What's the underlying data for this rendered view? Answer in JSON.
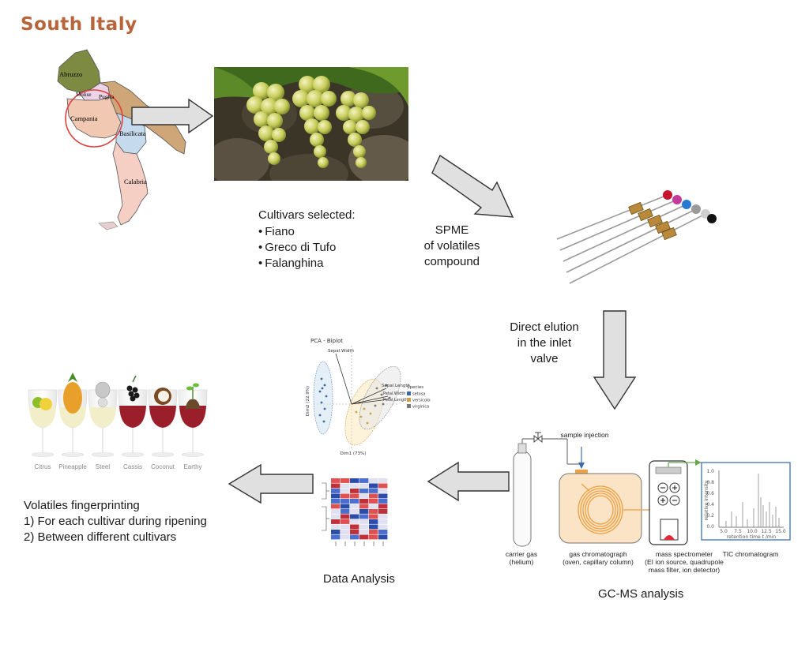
{
  "title": "South Italy",
  "map": {
    "regions": [
      "Abruzzo",
      "Molise",
      "Puglia",
      "Campania",
      "Basilicata",
      "Calabria"
    ]
  },
  "cultivars": {
    "heading": "Cultivars selected:",
    "items": [
      "Fiano",
      "Greco di Tufo",
      "Falanghina"
    ]
  },
  "spme": {
    "line1": "SPME",
    "line2": "of volatiles",
    "line3": "compound"
  },
  "elution": {
    "line1": "Direct elution",
    "line2": "in the inlet",
    "line3": "valve"
  },
  "gcms": {
    "label": "GC-MS analysis",
    "sample_injection": "sample injection",
    "carrier_gas": {
      "line1": "carrier gas",
      "line2": "(helium)"
    },
    "gc": {
      "line1": "gas chromatograph",
      "line2": "(oven, capillary column)"
    },
    "ms": {
      "line1": "mass spectrometer",
      "line2": "(EI ion source, quadrupole",
      "line3": "mass filter, ion detector)"
    },
    "tic": "TIC chromatogram",
    "tic_y": "relative intensity",
    "tic_x": "retention time t /min",
    "tic_ticks_x": [
      "5.0",
      "7.5",
      "10.0",
      "12.5",
      "15.0"
    ],
    "tic_ticks_y": [
      "1.0",
      "0.8",
      "0.6",
      "0.4",
      "0.2",
      "0.0"
    ]
  },
  "data_analysis": {
    "label": "Data Analysis",
    "pca_title": "PCA - Biplot",
    "pca_xlabel": "Dim1 (73%)",
    "pca_ylabel": "Dim2 (22.9%)",
    "loadings": [
      "Sepal.Width",
      "Sepal.Length",
      "Petal.Width",
      "Petal.Length"
    ],
    "legend_title": "Species",
    "legend_items": [
      "setosa",
      "versicolor",
      "virginica"
    ]
  },
  "wines": {
    "labels": [
      "Citrus",
      "Pineapple",
      "Steel",
      "Cassis",
      "Coconut",
      "Earthy"
    ]
  },
  "fingerprinting": {
    "line1": "Volatiles fingerprinting",
    "line2": "1) For each cultivar during ripening",
    "line3": "2) Between different cultivars"
  },
  "colors": {
    "title": "#b8643a",
    "arrow_fill": "#d9d9d9",
    "arrow_stroke": "#333333",
    "gc_oven": "#fbe3c5",
    "column": "#f0a040",
    "tic_border": "#4a7cc0",
    "white_wine": "#f1eec9",
    "red_wine": "#9a1f2a"
  }
}
